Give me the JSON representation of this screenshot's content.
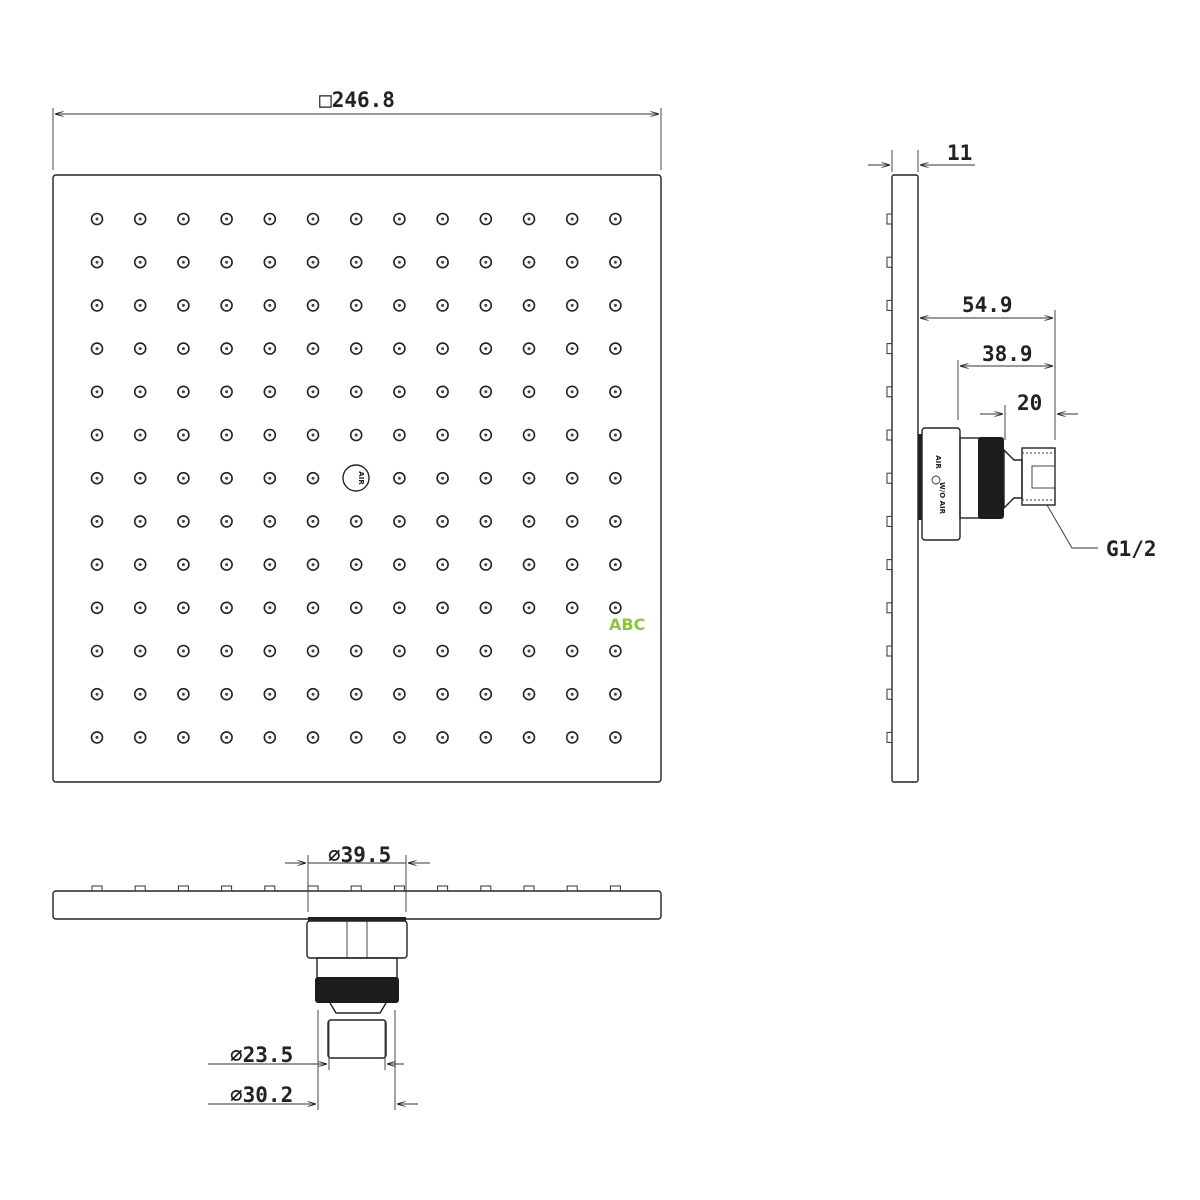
{
  "drawing": {
    "front_view": {
      "width_label": "□246.8",
      "nozzle_grid": {
        "rows": 13,
        "columns": 13
      },
      "center_label": "AIR"
    },
    "side_view": {
      "thickness_label": "11",
      "depth_total_label": "54.9",
      "depth_fitting_label": "38.9",
      "thread_length_label": "20",
      "thread_label": "G1/2",
      "knob_labels": [
        "AIR",
        "W/O AIR"
      ]
    },
    "bottom_view": {
      "diameter_top_label": "∅39.5",
      "diameter_inner_label": "∅23.5",
      "diameter_outer_label": "∅30.2"
    },
    "watermark": {
      "text": "ABC",
      "color": "#8cc63f"
    }
  }
}
